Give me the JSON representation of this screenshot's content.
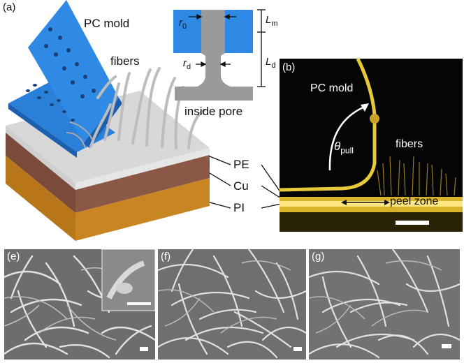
{
  "panel_a": {
    "letter": "(a)",
    "pc_mold": "PC mold",
    "fibers": "fibers",
    "inside_pore": "inside pore",
    "r0": "r",
    "r0_sub": "0",
    "rd": "r",
    "rd_sub": "d",
    "Lm": "L",
    "Lm_sub": "m",
    "Ld": "L",
    "Ld_sub": "d",
    "layers": [
      "PE",
      "Cu",
      "PI"
    ]
  },
  "panel_b": {
    "letter": "(b)",
    "pc_mold": "PC mold",
    "theta": "θ",
    "theta_sub": "pull",
    "fibers": "fibers",
    "peel_zone": "peel zone"
  },
  "sem_panels": [
    {
      "letter": "(e)"
    },
    {
      "letter": "(f)"
    },
    {
      "letter": "(g)"
    }
  ],
  "colors": {
    "mold_blue": "#2a7fd8",
    "pore_gray": "#9a9a9a",
    "cu_brown": "#7a4a3a",
    "pi_orange": "#b8761a",
    "gold": "#e8c93a"
  }
}
